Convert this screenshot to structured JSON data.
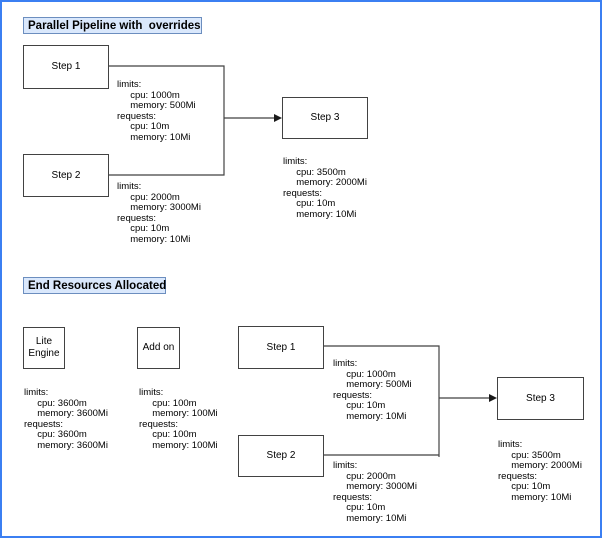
{
  "colors": {
    "canvas_border": "#3b7ff2",
    "title_fill": "#dae8fc",
    "title_border": "#6c8ebf",
    "shape_border": "#424242",
    "connector": "#424242",
    "text": "#000000"
  },
  "pipeline_section": {
    "title": "Parallel Pipeline with  overrides",
    "step1_label": "Step 1",
    "step2_label": "Step 2",
    "step3_label": "Step 3",
    "step1_resources": "limits:\n     cpu: 1000m\n     memory: 500Mi\nrequests:\n     cpu: 10m\n     memory: 10Mi",
    "step2_resources": "limits:\n     cpu: 2000m\n     memory: 3000Mi\nrequests:\n     cpu: 10m\n     memory: 10Mi",
    "step3_resources": "limits:\n     cpu: 3500m\n     memory: 2000Mi\nrequests:\n     cpu: 10m\n     memory: 10Mi"
  },
  "end_resources_section": {
    "title": "End Resources Allocated",
    "lite_engine_label": "Lite\nEngine",
    "add_on_label": "Add on",
    "step1_label": "Step 1",
    "step2_label": "Step 2",
    "step3_label": "Step 3",
    "lite_engine_resources": "limits:\n     cpu: 3600m\n     memory: 3600Mi\nrequests:\n     cpu: 3600m\n     memory: 3600Mi",
    "add_on_resources": "limits:\n     cpu: 100m\n     memory: 100Mi\nrequests:\n     cpu: 100m\n     memory: 100Mi",
    "step1_resources": "limits:\n     cpu: 1000m\n     memory: 500Mi\nrequests:\n     cpu: 10m\n     memory: 10Mi",
    "step2_resources": "limits:\n     cpu: 2000m\n     memory: 3000Mi\nrequests:\n     cpu: 10m\n     memory: 10Mi",
    "step3_resources": "limits:\n     cpu: 3500m\n     memory: 2000Mi\nrequests:\n     cpu: 10m\n     memory: 10Mi"
  }
}
